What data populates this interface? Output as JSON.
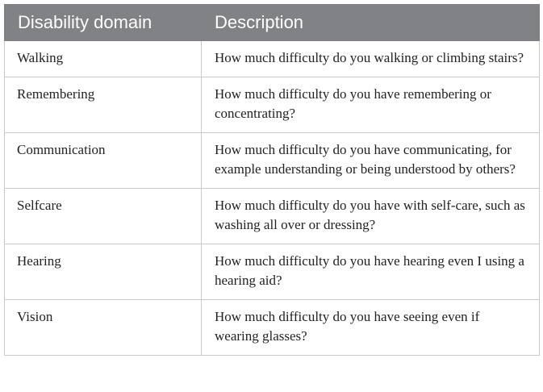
{
  "table": {
    "headers": [
      "Disability domain",
      "Description"
    ],
    "rows": [
      {
        "domain": "Walking",
        "description": "How much difficulty do you walking or climbing stairs?"
      },
      {
        "domain": "Remembering",
        "description": "How much difficulty do you have remembering or concentrating?"
      },
      {
        "domain": "Communication",
        "description": "How much difficulty do you have communicating, for example understanding or being understood by others?"
      },
      {
        "domain": "Selfcare",
        "description": "How much difficulty do you have with self-care, such as washing all over or dressing?"
      },
      {
        "domain": "Hearing",
        "description": "How much difficulty do you have hearing even I using a hearing aid?"
      },
      {
        "domain": "Vision",
        "description": "How much difficulty do you have seeing even if wearing glasses?"
      }
    ]
  },
  "colors": {
    "header_background": "#808285",
    "header_text": "#ffffff",
    "border": "#c9c9c9"
  }
}
